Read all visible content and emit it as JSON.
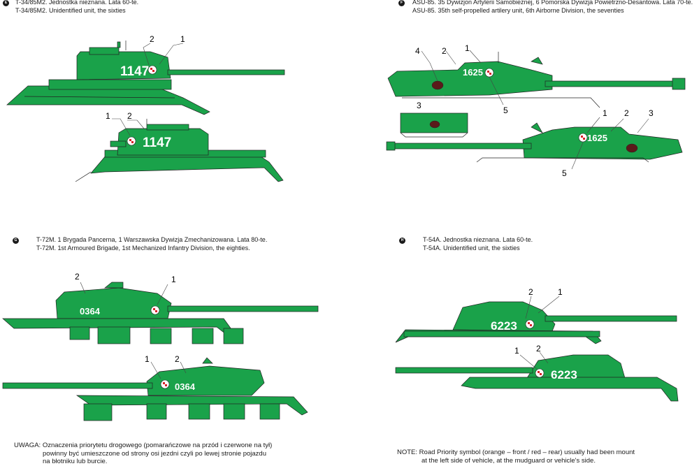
{
  "colors": {
    "green": "#1aa24a",
    "green_dark": "#127a35",
    "outline": "#222222",
    "white": "#ffffff",
    "red": "#d8232a"
  },
  "sections": [
    {
      "id": "E",
      "letter": "E",
      "line1": "T-34/85M2. Jednostka nieznana. Lata 60-te.",
      "line2": "T-34/85M2. Unidentified unit, the sixties",
      "vehicle_number": "1147",
      "callouts_top": [
        "2",
        "1"
      ],
      "callouts_bottom": [
        "1",
        "2"
      ]
    },
    {
      "id": "F",
      "letter": "F",
      "line1": "ASU-85. 35 Dywizjon Artylerii Samobieżnej, 6 Pomorska Dywizja Powietrzno-Desantowa. Lata 70-te.",
      "line2": "ASU-85. 35th self-propelled artilery unit, 6th Airborne Division, the seventies",
      "vehicle_number": "1625",
      "callouts_top": [
        "4",
        "2",
        "1",
        "5"
      ],
      "callouts_bottom": [
        "1",
        "2",
        "3",
        "5"
      ],
      "callout_detail": "3"
    },
    {
      "id": "G",
      "letter": "G",
      "line1": "T-72M. 1 Brygada Pancerna, 1 Warszawska Dywizja Zmechanizowana. Lata 80-te.",
      "line2": "T-72M. 1st Armoured Brigade, 1st Mechanized Infantry Division, the eighties.",
      "vehicle_number": "0364",
      "callouts_top": [
        "2",
        "1"
      ],
      "callouts_bottom": [
        "1",
        "2"
      ]
    },
    {
      "id": "H",
      "letter": "H",
      "line1": "T-54A. Jednostka nieznana. Lata 60-te.",
      "line2": "T-54A. Unidentified unit, the sixties",
      "vehicle_number": "6223",
      "callouts_top": [
        "2",
        "1"
      ],
      "callouts_bottom": [
        "1",
        "2"
      ]
    }
  ],
  "notes": {
    "pl": {
      "label": "UWAGA:",
      "line1": "Oznaczenia priorytetu drogowego (pomarańczowe na przód i czerwone na tył)",
      "line2": "powinny być umieszczone od strony osi jezdni czyli po lewej stronie pojazdu",
      "line3": "na błotniku lub burcie."
    },
    "en": {
      "label": "NOTE:",
      "line1": "Road Priority symbol (orange – front / red – rear) usually had been mount",
      "line2": "at the left side of vehicle, at the mudguard or vehicle's side."
    }
  }
}
